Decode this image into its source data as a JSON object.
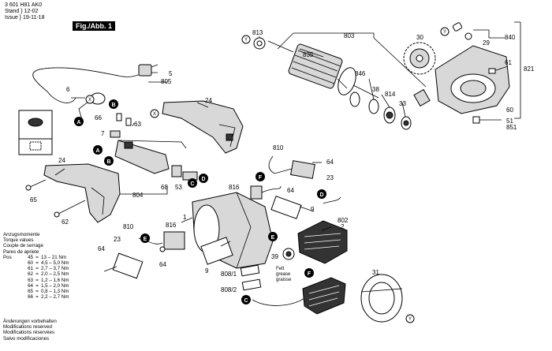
{
  "header": {
    "doc_number": "3 601 H81 AK0",
    "stand_label": "Stand",
    "issue_label": "Issue",
    "stand_value": "12-02",
    "issue_value": "19-11-18",
    "figure": "Fig./Abb. 1"
  },
  "torque": {
    "titles": [
      "Anzugsmomente",
      "Torque values",
      "Couple de serrage",
      "Pares de apriete"
    ],
    "pos_label": "Pos",
    "rows": [
      {
        "pos": "45",
        "eq": "=",
        "val": "13 – 21 Nm"
      },
      {
        "pos": "60",
        "eq": "=",
        "val": "4,5 – 5,0 Nm"
      },
      {
        "pos": "61",
        "eq": "=",
        "val": "2,7 – 3,7 Nm"
      },
      {
        "pos": "62",
        "eq": "=",
        "val": "2,0 – 2,5 Nm"
      },
      {
        "pos": "63",
        "eq": "=",
        "val": "1,2 – 1,6 Nm"
      },
      {
        "pos": "64",
        "eq": "=",
        "val": "1,5 – 2,0 Nm"
      },
      {
        "pos": "65",
        "eq": "=",
        "val": "0,8 – 1,3 Nm"
      },
      {
        "pos": "66",
        "eq": "=",
        "val": "2,2 – 2,7 Nm"
      }
    ]
  },
  "modifications": [
    "Änderungen vorbehalten",
    "Modifications reserved",
    "Modifications réservées",
    "Salvo modificaciones"
  ],
  "grease": [
    "Fett",
    "grease",
    "graisse"
  ],
  "callouts": {
    "c813": "813",
    "c803": "803",
    "c835": "835",
    "c30": "30",
    "c840": "840",
    "c29": "29",
    "c821": "821",
    "c61": "61",
    "c846": "846",
    "c38": "38",
    "c814": "814",
    "c33": "33",
    "c60": "60",
    "c51": "51",
    "c851": "851",
    "c5": "5",
    "c805": "805",
    "c6": "6",
    "c24a": "24",
    "c66": "66",
    "c63": "63",
    "c7": "7",
    "c68": "68",
    "c53": "53",
    "c804": "804",
    "c24b": "24",
    "c65": "65",
    "c62": "62",
    "c810a": "810",
    "c64a": "64",
    "c23a": "23",
    "c816a": "816",
    "c64b": "64",
    "c9a": "9",
    "c802": "802",
    "c2": "2",
    "c1": "1",
    "c816b": "816",
    "c810b": "810",
    "c23b": "23",
    "c64c": "64",
    "c64d": "64",
    "c39": "39",
    "c9b": "9",
    "c808_1": "808/1",
    "c808_2": "808/2",
    "c31": "31"
  },
  "markers": {
    "A": "A",
    "B": "B",
    "C": "C",
    "D": "D",
    "E": "E",
    "F": "F",
    "X": "X",
    "Y": "Y"
  }
}
